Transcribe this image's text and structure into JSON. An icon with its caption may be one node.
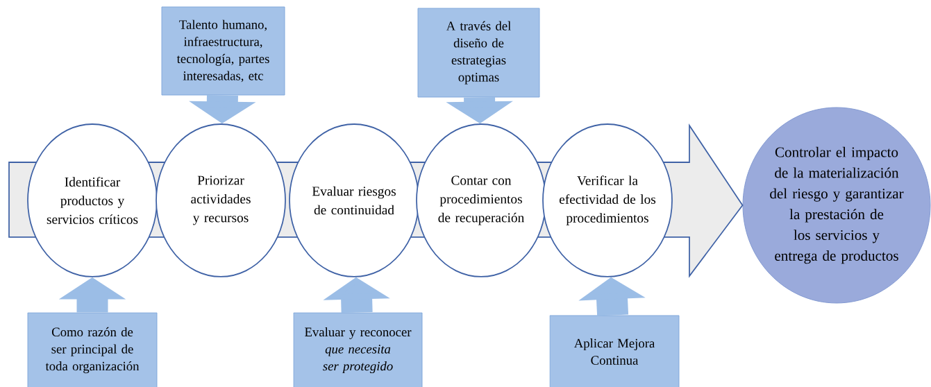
{
  "diagram": {
    "nodes": [
      {
        "text": [
          "Identificar productos y servicios críticos"
        ]
      },
      {
        "text": [
          "Priorizar actividades y recursos"
        ]
      },
      {
        "text": [
          "Evaluar riesgos de continuidad"
        ]
      },
      {
        "text": [
          "Contar con procedimientos de recuperación"
        ]
      },
      {
        "text": [
          "Verificar la efectividad de los procedimientos"
        ]
      },
      {
        "text": [
          "Controlar el impacto de la materialización del riesgo y garantizar la prestación de los servicios y entrega de productos"
        ]
      },
      {
        "text": [
          "Talento humano, infraestructura, tecnología, partes interesadas, etc"
        ]
      },
      {
        "text": [
          "A través del diseño de estrategias optimas"
        ]
      },
      {
        "text": [
          "Como razón de ser principal de toda organización"
        ]
      },
      {
        "text": [
          "Evaluar y reconocer *que necesita ser protegido*"
        ]
      },
      {
        "text": [
          "Aplicar Mejora Continua"
        ]
      }
    ],
    "edges": [
      {
        "from": null,
        "to": 5,
        "arrow": "to"
      },
      {
        "from": 6,
        "to": 1,
        "arrow": "to"
      },
      {
        "from": 7,
        "to": 3,
        "arrow": "to"
      },
      {
        "from": 8,
        "to": 0,
        "arrow": "to"
      },
      {
        "from": 9,
        "to": 2,
        "arrow": "to"
      },
      {
        "from": 10,
        "to": 4,
        "arrow": "to"
      }
    ]
  }
}
